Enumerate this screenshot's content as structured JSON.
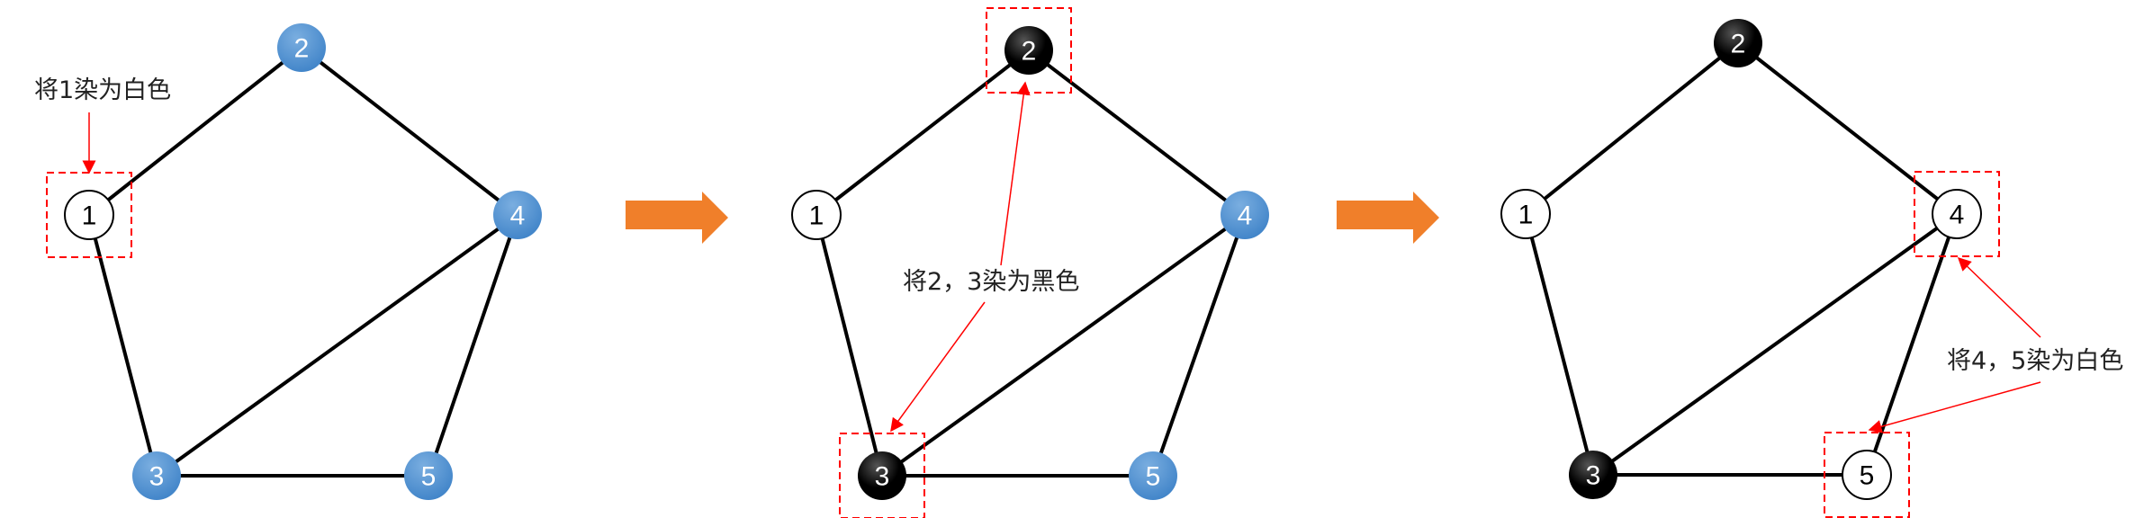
{
  "colors": {
    "uncolored": "#5b9bd5",
    "white": "#ffffff",
    "black": "#000000",
    "highlight": "#ff0000",
    "arrow": "#f07f2a",
    "edge": "#000000"
  },
  "edges": [
    [
      1,
      2
    ],
    [
      2,
      4
    ],
    [
      1,
      3
    ],
    [
      3,
      4
    ],
    [
      4,
      5
    ],
    [
      3,
      5
    ]
  ],
  "panels": [
    {
      "nodes": {
        "1": "white",
        "2": "blue",
        "3": "blue",
        "4": "blue",
        "5": "blue"
      },
      "annotation": "将1染为白色",
      "highlighted": [
        1
      ]
    },
    {
      "nodes": {
        "1": "white",
        "2": "black",
        "3": "black",
        "4": "blue",
        "5": "blue"
      },
      "annotation": "将2，3染为黑色",
      "highlighted": [
        2,
        3
      ]
    },
    {
      "nodes": {
        "1": "white",
        "2": "black",
        "3": "black",
        "4": "white",
        "5": "white"
      },
      "annotation": "将4，5染为白色",
      "highlighted": [
        4,
        5
      ]
    }
  ],
  "node_labels": [
    "1",
    "2",
    "3",
    "4",
    "5"
  ]
}
